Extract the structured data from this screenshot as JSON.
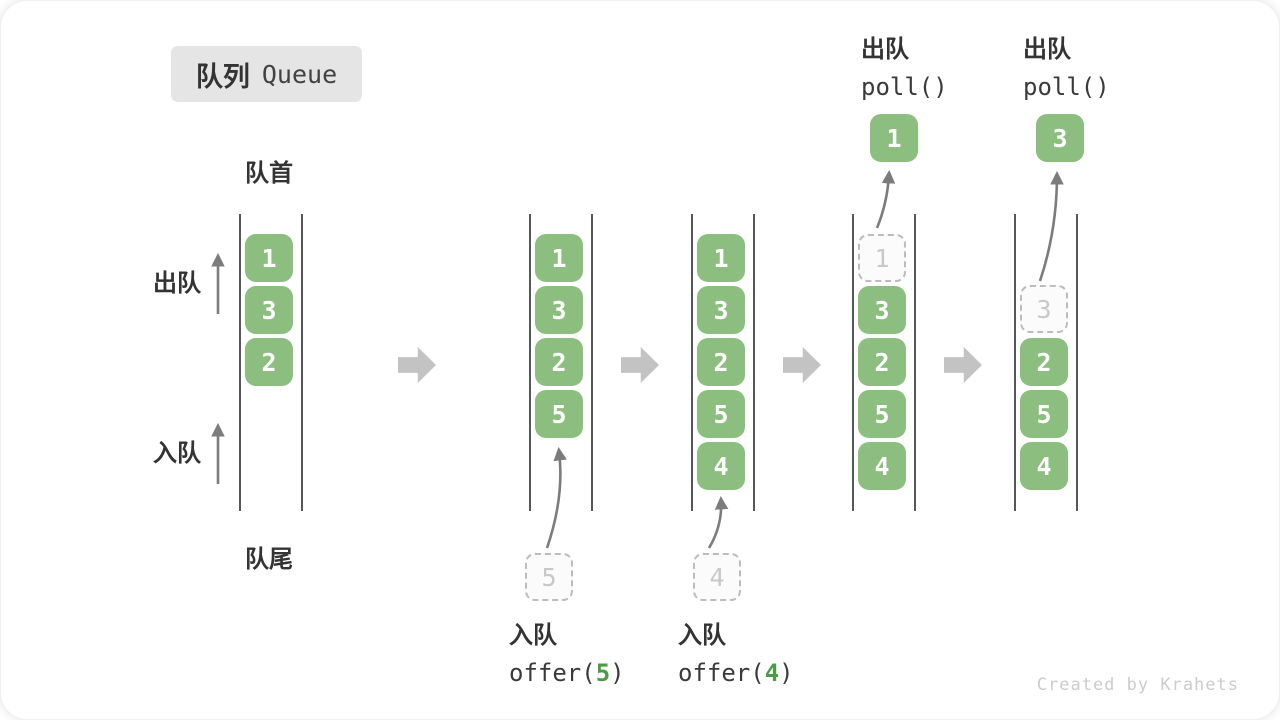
{
  "title": {
    "name_zh": "队列",
    "name_en": "Queue"
  },
  "labels": {
    "front": "队首",
    "rear": "队尾",
    "dequeue": "出队",
    "enqueue": "入队"
  },
  "queues": [
    {
      "items": [
        "1",
        "3",
        "2"
      ]
    },
    {
      "items": [
        "1",
        "3",
        "2",
        "5"
      ],
      "incoming": "5"
    },
    {
      "items": [
        "1",
        "3",
        "2",
        "5",
        "4"
      ],
      "incoming": "4"
    },
    {
      "ghost": "1",
      "items": [
        "3",
        "2",
        "5",
        "4"
      ],
      "popped": "1"
    },
    {
      "ghost": "3",
      "items": [
        "2",
        "5",
        "4"
      ],
      "popped": "3"
    }
  ],
  "operations": {
    "enqueue1": {
      "label": "入队",
      "fn": "offer(",
      "arg": "5",
      "close": ")"
    },
    "enqueue2": {
      "label": "入队",
      "fn": "offer(",
      "arg": "4",
      "close": ")"
    },
    "dequeue1": {
      "label": "出队",
      "code": "poll()"
    },
    "dequeue2": {
      "label": "出队",
      "code": "poll()"
    }
  },
  "colors": {
    "item_green": "#8cbe80",
    "code_arg_green": "#4e9b47",
    "flow_arrow_gray": "#c3c3c3"
  },
  "watermark": "Created by Krahets"
}
